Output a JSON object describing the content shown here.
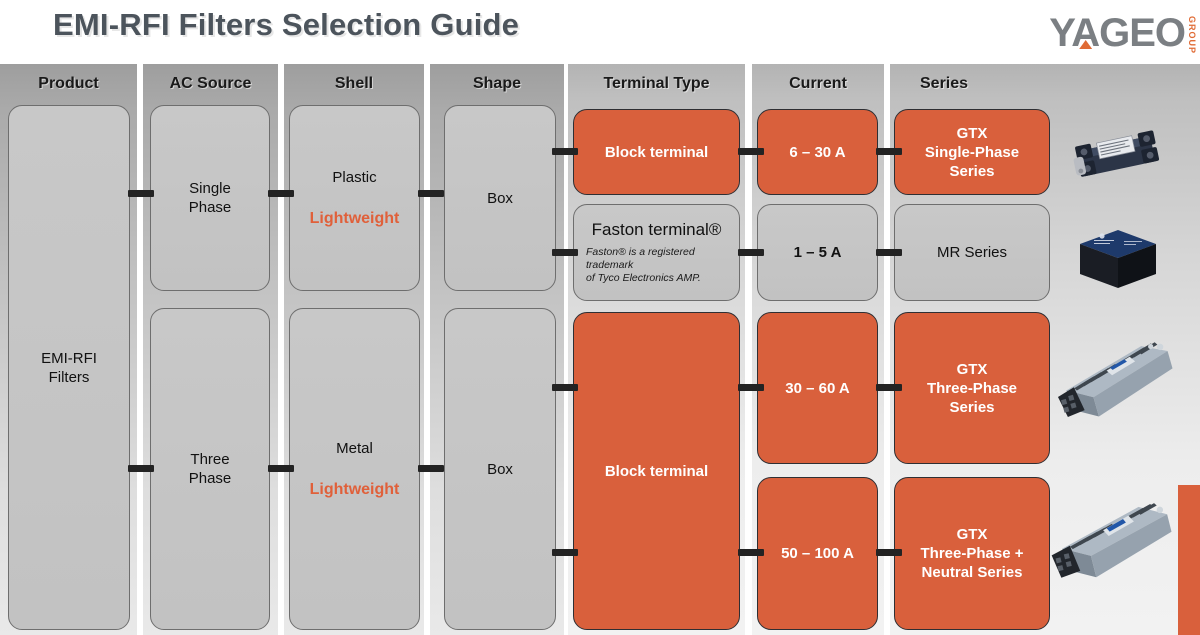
{
  "header": {
    "title": "EMI-RFI Filters Selection Guide",
    "logo_word": "YAGEO",
    "logo_group": "GROUP"
  },
  "colors": {
    "accent_orange": "#d9603c",
    "title_gray": "#4c545c",
    "node_grey": "#c6c6c6",
    "connector": "#232323",
    "logo_gray": "#7b7f83"
  },
  "columns": [
    {
      "header": "Product"
    },
    {
      "header": "AC Source"
    },
    {
      "header": "Shell"
    },
    {
      "header": "Shape"
    },
    {
      "header": "Terminal Type"
    },
    {
      "header": "Current"
    },
    {
      "header": "Series"
    }
  ],
  "nodes": {
    "product": {
      "line1": "EMI-RFI",
      "line2": "Filters"
    },
    "ac_single": {
      "line1": "Single",
      "line2": "Phase"
    },
    "ac_three": {
      "line1": "Three",
      "line2": "Phase"
    },
    "shell_plastic": {
      "line1": "Plastic",
      "highlight": "Lightweight"
    },
    "shell_metal": {
      "line1": "Metal",
      "highlight": "Lightweight"
    },
    "shape_top": {
      "line1": "Box"
    },
    "shape_bottom": {
      "line1": "Box"
    },
    "terminal_block_top": {
      "line1": "Block terminal"
    },
    "terminal_faston": {
      "line1": "Faston terminal®",
      "footnote1": "Faston® is a registered trademark",
      "footnote2": "of Tyco Electronics AMP."
    },
    "terminal_block_bottom": {
      "line1": "Block terminal"
    },
    "current_6_30": {
      "line1": "6 – 30 A"
    },
    "current_1_5": {
      "line1": "1 – 5 A"
    },
    "current_30_60": {
      "line1": "30 – 60 A"
    },
    "current_50_100": {
      "line1": "50 – 100 A"
    },
    "series_gtx_single": {
      "line1": "GTX",
      "line2": "Single-Phase",
      "line3": "Series"
    },
    "series_mr": {
      "line1": "MR Series"
    },
    "series_gtx_three": {
      "line1": "GTX",
      "line2": "Three-Phase",
      "line3": "Series"
    },
    "series_gtx_three_neutral": {
      "line1": "GTX",
      "line2": "Three-Phase +",
      "line3": "Neutral Series"
    }
  },
  "photos": [
    {
      "name": "gtx-single-phase-filter-photo"
    },
    {
      "name": "mr-series-filter-photo"
    },
    {
      "name": "gtx-three-phase-filter-photo"
    },
    {
      "name": "gtx-three-phase-neutral-filter-photo"
    }
  ]
}
